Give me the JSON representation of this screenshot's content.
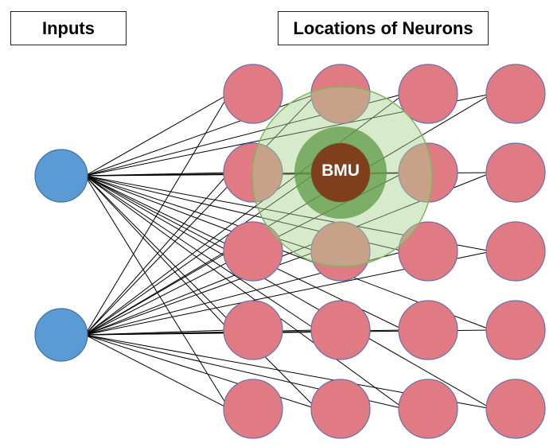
{
  "headers": {
    "inputs": "Inputs",
    "neurons": "Locations of Neurons"
  },
  "bmu_label": "BMU",
  "grid": {
    "rows": 5,
    "cols": 4
  },
  "inputs_count": 2,
  "bmu": {
    "row": 2,
    "col": 2
  },
  "colors": {
    "input_fill": "#5b9bd5",
    "input_stroke": "#41719c",
    "neuron_fill": "#e07b84",
    "neuron_stroke": "#6a6fb0",
    "neighborhood_outer": "#a9d18e",
    "neighborhood_inner": "#5e9a45",
    "bmu_fill": "#7f3f1c",
    "line": "#000000"
  }
}
